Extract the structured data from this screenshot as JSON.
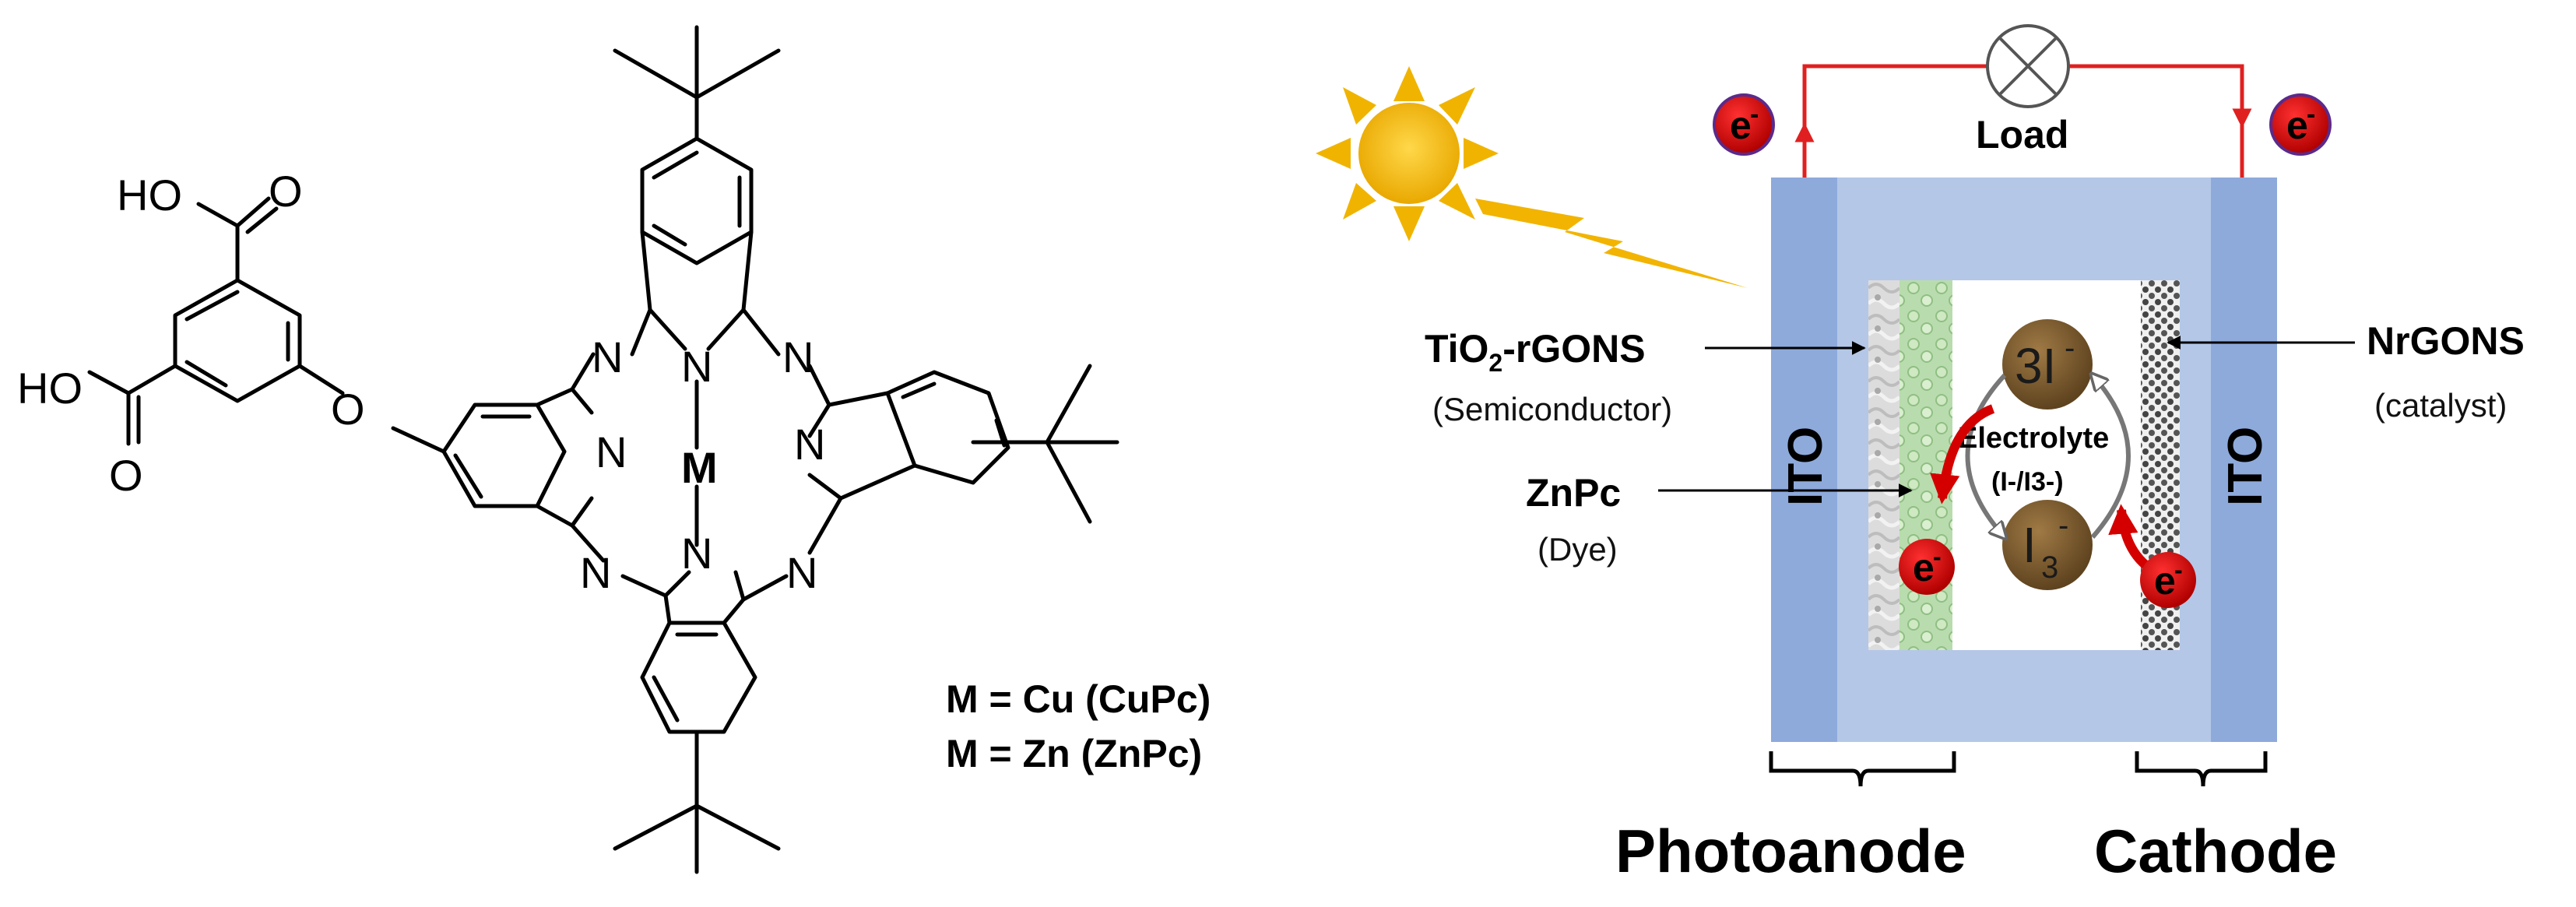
{
  "molecule": {
    "atoms": {
      "ho_top": "HO",
      "o_top": "O",
      "ho_left": "HO",
      "o_left": "O",
      "o_ether": "O",
      "nitrogen": "N",
      "metal": "M"
    },
    "captions": [
      "M = Cu (CuPc)",
      "M = Zn  (ZnPc)"
    ]
  },
  "cell": {
    "load_label": "Load",
    "electron_label": "e",
    "electron_sup": "-",
    "ito_label": "ITO",
    "tio2": {
      "main": "TiO",
      "sub": "2",
      "rest": "-rGONS",
      "role": "(Semiconductor)"
    },
    "dye": {
      "name": "ZnPc",
      "role": "(Dye)"
    },
    "catalyst": {
      "name": "NrGONS",
      "role": "(catalyst)"
    },
    "electrolyte": {
      "label": "Electrolyte",
      "formula": "(I-/I3-)"
    },
    "ion_triiodide_top": {
      "coef": "3I",
      "sup": "-"
    },
    "ion_triiodide_bottom": {
      "base": "I",
      "sub": "3",
      "sup": "-"
    },
    "photoanode_label": "Photoanode",
    "cathode_label": "Cathode",
    "colors": {
      "ito": "#8eaadb",
      "glass": "#b4c7e7",
      "wire": "#e02020",
      "electron": "#d40000",
      "ion": "#7a5a2e",
      "sun": "#f0b400"
    }
  }
}
